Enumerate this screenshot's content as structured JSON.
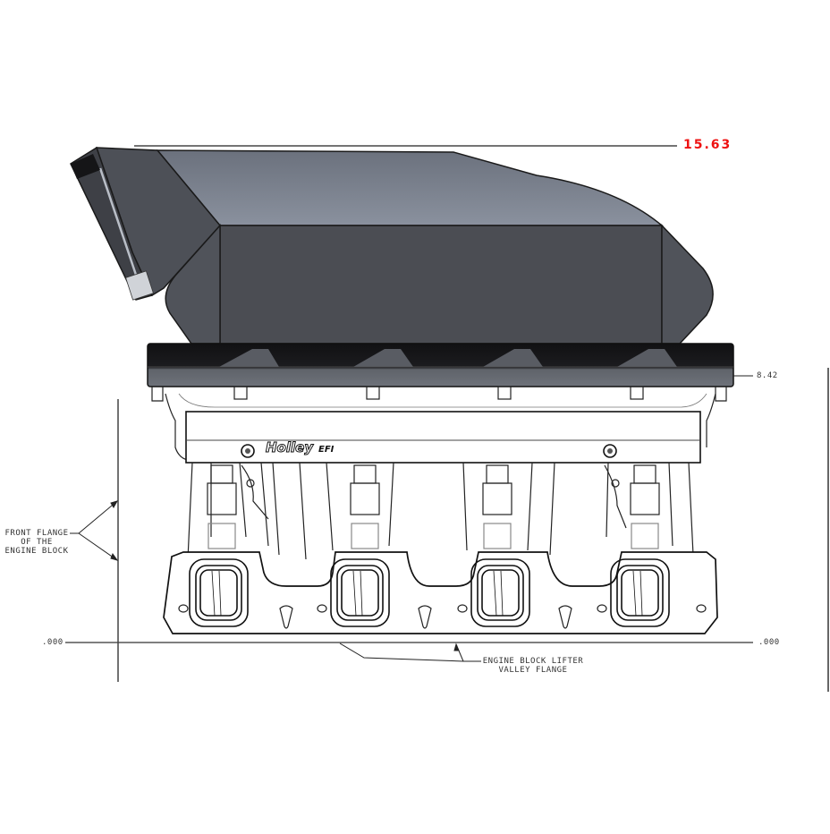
{
  "drawing": {
    "subject": "Holley EFI intake manifold side elevation",
    "colors": {
      "background": "#ffffff",
      "line": "#2a2a2a",
      "plenum_side": "#4a4c52",
      "plenum_top": "#7c8390",
      "plenum_end": "#555860",
      "flange_dark": "#1a1a1c",
      "flange_gray": "#5e6168",
      "dimension_highlight": "#ee1111"
    }
  },
  "dimensions": {
    "top_height": {
      "value": "15.63",
      "color": "#ee1111"
    },
    "flange_height": {
      "value": "8.42"
    },
    "datum_left": {
      "value": ".000"
    },
    "datum_right": {
      "value": ".000"
    }
  },
  "callouts": {
    "front_flange": {
      "lines": [
        "FRONT FLANGE",
        "OF THE",
        "ENGINE BLOCK"
      ]
    },
    "lifter_valley": {
      "lines": [
        "ENGINE BLOCK LIFTER",
        "VALLEY FLANGE"
      ]
    }
  },
  "branding": {
    "logo_text": "Holley",
    "logo_suffix": "EFI"
  },
  "components": {
    "runner_count": 4,
    "ports": [
      "port-1",
      "port-2",
      "port-3",
      "port-4"
    ],
    "fuel_rail_bolts": 2
  }
}
